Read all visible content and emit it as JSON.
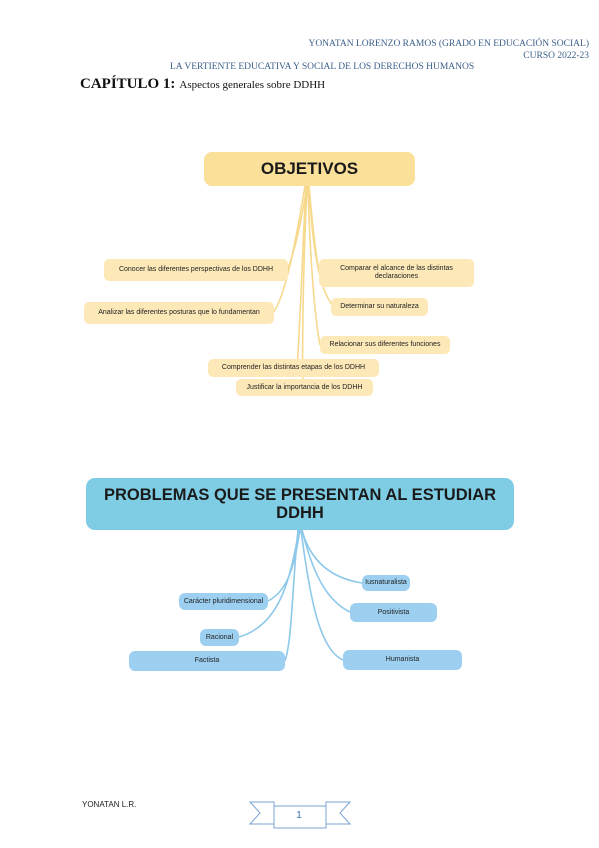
{
  "header": {
    "line1": "YONATAN LORENZO RAMOS (GRADO EN EDUCACIÓN SOCIAL)",
    "line2": "CURSO 2022-23",
    "line3": "LA VERTIENTE EDUCATIVA Y SOCIAL DE LOS DERECHOS HUMANOS"
  },
  "chapter": {
    "label": "CAPÍTULO 1:",
    "subtitle": "Aspectos generales sobre DDHH"
  },
  "objetivos": {
    "title": "OBJETIVOS",
    "items": [
      "Conocer las diferentes perspectivas de los DDHH",
      "Analizar las diferentes posturas que lo fundamentan",
      "Comprender las distintas etapas de los DDHH",
      "Justificar la importancia de los DDHH",
      "Comparar el alcance de las distintas declaraciones",
      "Determinar su naturaleza",
      "Relacionar sus diferentes funciones"
    ]
  },
  "problemas": {
    "title": "PROBLEMAS QUE SE PRESENTAN AL ESTUDIAR DDHH",
    "items": [
      "Carácter pluridimensional",
      "Racional",
      "Factista",
      "Iusnaturalista",
      "Positivista",
      "Humanista"
    ]
  },
  "footer": {
    "author": "YONATAN L.R.",
    "page": "1"
  },
  "colors": {
    "header_text": "#3b5f8a",
    "objetivos_main": "#fbe09a",
    "objetivos_item": "#fde9b8",
    "objetivos_line": "#f6d98c",
    "problemas_main": "#7ecde4",
    "problemas_item": "#9ccff0",
    "problemas_line": "#8ec9ea"
  }
}
